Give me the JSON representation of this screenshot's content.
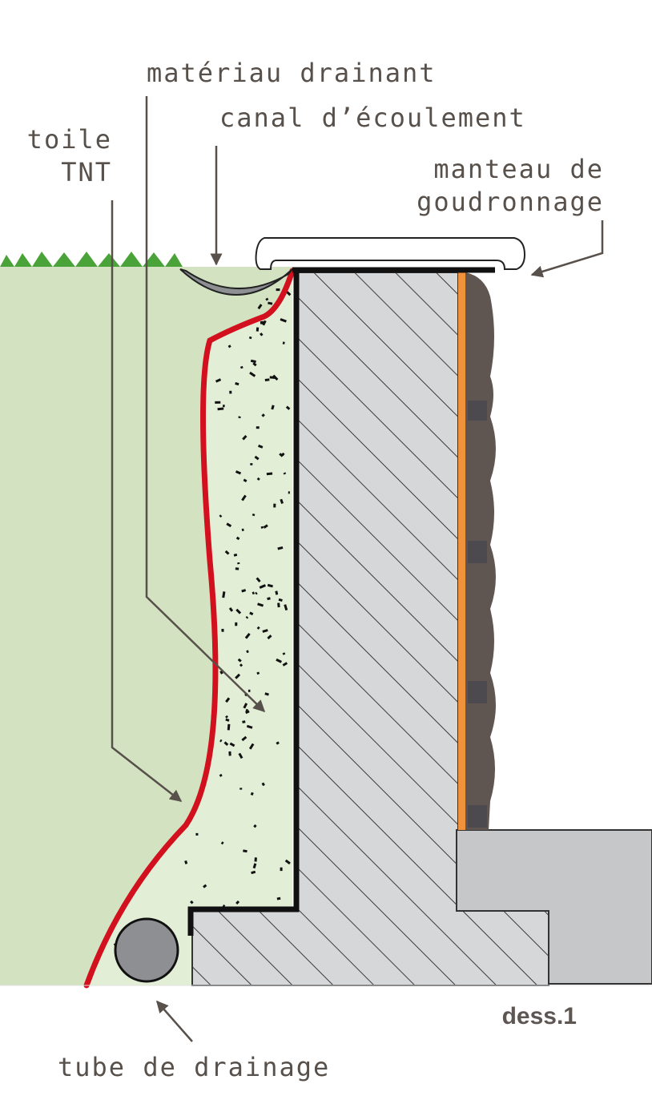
{
  "labels": {
    "drainage_material": "matériau drainant",
    "drain_channel": "canal d’écoulement",
    "geotextile_line1": "toile",
    "geotextile_line2": "TNT",
    "tar_coat_line1": "manteau de",
    "tar_coat_line2": "goudronnage",
    "drain_pipe": "tube de drainage",
    "figure_caption": "dess.1"
  },
  "colors": {
    "soil": "#d3e2c1",
    "grass": "#4aa339",
    "gravel_fill": "#e3eed7",
    "geotextile": "#d2101e",
    "waterproof_membrane": "#111111",
    "concrete": "#d6d7d9",
    "tar_layer": "#f0923c",
    "stone_facing": "#5f5651",
    "foundation_slab": "#c6c7c9",
    "pipe": "#8e8f92",
    "leader_lines": "#58504a"
  },
  "icons": {
    "pipe": "circle-shape",
    "channel": "half-pipe-shape",
    "coping": "capstone-shape"
  }
}
